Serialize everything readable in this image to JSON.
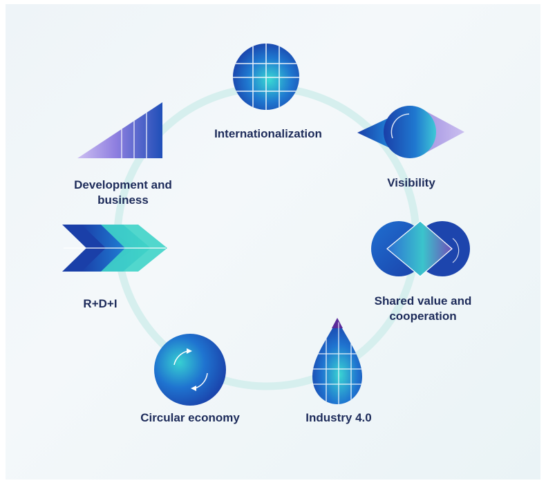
{
  "diagram": {
    "items": [
      {
        "id": "internationalization",
        "label": "Internationalization"
      },
      {
        "id": "visibility",
        "label": "Visibility"
      },
      {
        "id": "shared",
        "label_line1": "Shared value and",
        "label_line2": "cooperation"
      },
      {
        "id": "industry",
        "label": "Industry 4.0"
      },
      {
        "id": "circular",
        "label": "Circular economy"
      },
      {
        "id": "rdi",
        "label": "R+D+I"
      },
      {
        "id": "development",
        "label_line1": "Development and",
        "label_line2": "business"
      }
    ],
    "colors": {
      "ring": "#d9f0ef",
      "text": "#1d2b5a",
      "blue_dark": "#1a3fa8",
      "blue_mid": "#1f6fd0",
      "cyan": "#2fd3d0",
      "lavender": "#b9a7e6",
      "purple": "#5a2a9a"
    }
  }
}
